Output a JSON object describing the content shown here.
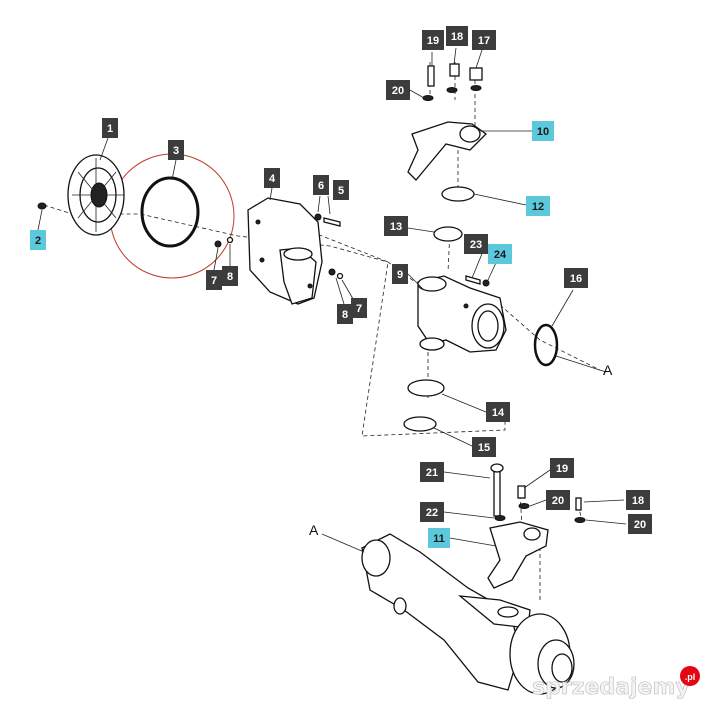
{
  "colors": {
    "callout_dark": "#3c3c3c",
    "callout_highlight": "#5bc8dc",
    "callout_text_dark": "#ffffff",
    "callout_text_highlight": "#1a1a1a",
    "red_circle": "#c0392b"
  },
  "callouts": [
    {
      "label": "1",
      "style": "dark"
    },
    {
      "label": "2",
      "style": "highlight"
    },
    {
      "label": "3",
      "style": "dark"
    },
    {
      "label": "4",
      "style": "dark"
    },
    {
      "label": "5",
      "style": "dark"
    },
    {
      "label": "6",
      "style": "dark"
    },
    {
      "label": "7",
      "style": "dark"
    },
    {
      "label": "8",
      "style": "dark"
    },
    {
      "label": "8",
      "style": "dark"
    },
    {
      "label": "7",
      "style": "dark"
    },
    {
      "label": "9",
      "style": "dark"
    },
    {
      "label": "10",
      "style": "highlight"
    },
    {
      "label": "11",
      "style": "highlight"
    },
    {
      "label": "12",
      "style": "highlight"
    },
    {
      "label": "13",
      "style": "dark"
    },
    {
      "label": "14",
      "style": "dark"
    },
    {
      "label": "15",
      "style": "dark"
    },
    {
      "label": "16",
      "style": "dark"
    },
    {
      "label": "17",
      "style": "dark"
    },
    {
      "label": "18",
      "style": "dark"
    },
    {
      "label": "19",
      "style": "dark"
    },
    {
      "label": "20",
      "style": "dark"
    },
    {
      "label": "21",
      "style": "dark"
    },
    {
      "label": "22",
      "style": "dark"
    },
    {
      "label": "23",
      "style": "dark"
    },
    {
      "label": "24",
      "style": "highlight"
    },
    {
      "label": "19",
      "style": "dark"
    },
    {
      "label": "20",
      "style": "dark"
    },
    {
      "label": "18",
      "style": "dark"
    },
    {
      "label": "20",
      "style": "dark"
    }
  ],
  "reference_labels": [
    "A",
    "A"
  ],
  "watermark": {
    "text": "sprzedajemy",
    "suffix": ".pl"
  }
}
